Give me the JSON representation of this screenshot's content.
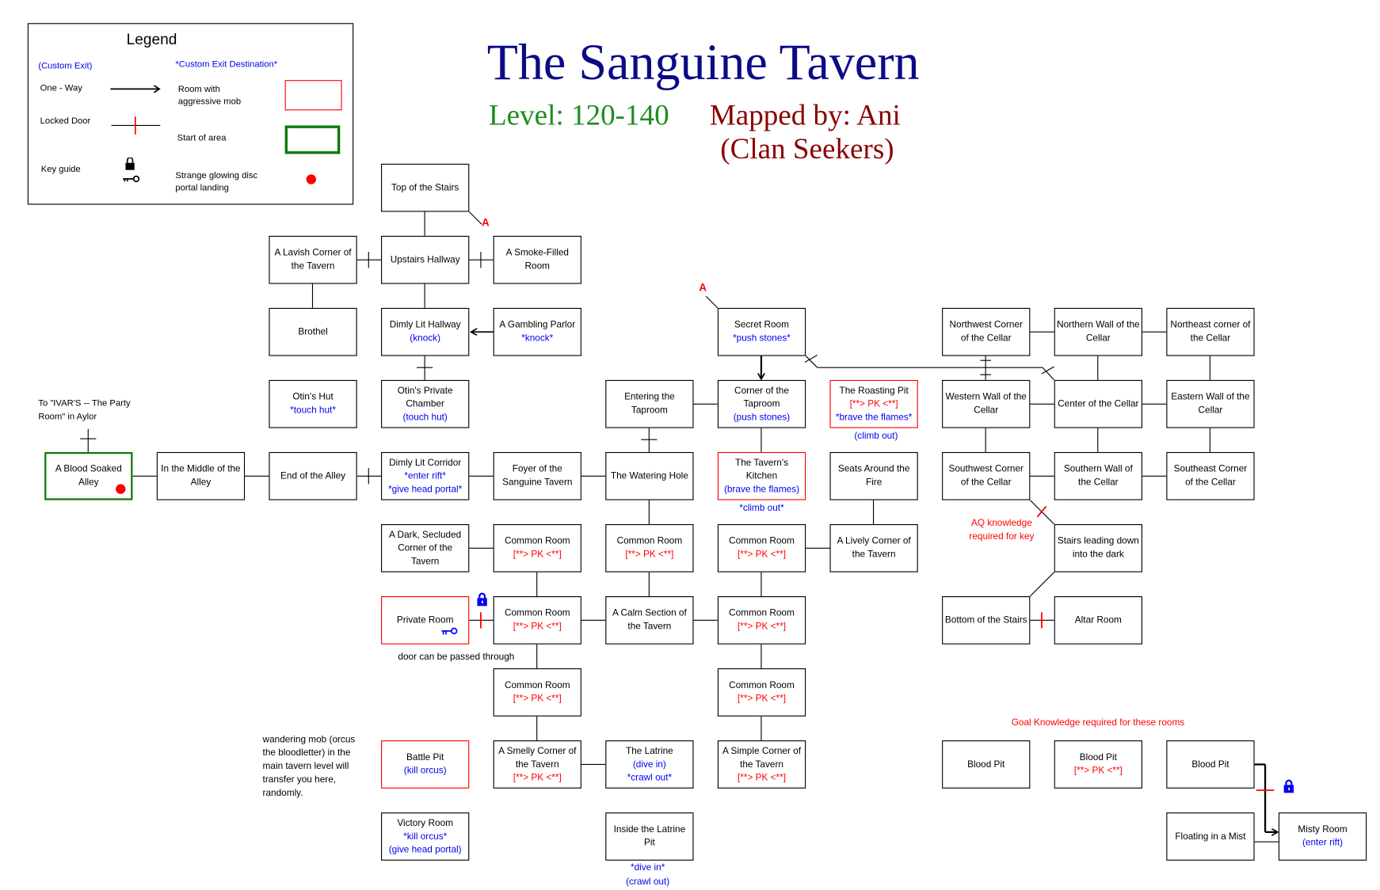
{
  "header": {
    "title": "The Sanguine Tavern",
    "level": "Level: 120-140",
    "mapped_by": "Mapped by: Ani",
    "clan": "(Clan Seekers)",
    "colors": {
      "title": "#0b0b86",
      "level": "#1e8c1e",
      "mapped": "#8b0000"
    }
  },
  "legend": {
    "title": "Legend",
    "custom_exit": "(Custom Exit)",
    "custom_exit_destination": "*Custom Exit Destination*",
    "one_way": "One - Way",
    "locked_door": "Locked Door",
    "key_guide": "Key guide",
    "aggressive": "Room with aggressive mob",
    "start": "Start of area",
    "portal": "Strange glowing disc portal landing"
  },
  "markers": {
    "a1": "A",
    "a2": "A"
  },
  "notes": {
    "ivars": "To \"IVAR'S -- The Party Room\" in Aylor",
    "roasting_exit": "(climb out)",
    "kitchen_exit": "*climb out*",
    "door_passable": "door can be passed through",
    "wandering": "wandering mob (orcus the bloodletter) in the main tavern level will transfer you here, randomly.",
    "latrine_dive": "*dive in*",
    "latrine_crawl": "(crawl out)",
    "aq": "AQ knowledge required for key",
    "goal": "Goal Knowledge required for these rooms"
  },
  "rooms": [
    {
      "lines": [
        {
          "t": "Top of the Stairs"
        }
      ]
    },
    {
      "lines": [
        {
          "t": "A Lavish Corner of the Tavern"
        }
      ]
    },
    {
      "lines": [
        {
          "t": "Upstairs Hallway"
        }
      ]
    },
    {
      "lines": [
        {
          "t": "A Smoke-Filled Room"
        }
      ]
    },
    {
      "lines": [
        {
          "t": "Brothel"
        }
      ]
    },
    {
      "lines": [
        {
          "t": "Dimly Lit Hallway"
        },
        {
          "t": "(knock)",
          "k": "cmd"
        }
      ]
    },
    {
      "lines": [
        {
          "t": "A Gambling Parlor"
        },
        {
          "t": "*knock*",
          "k": "cmd"
        }
      ]
    },
    {
      "lines": [
        {
          "t": "Secret Room"
        },
        {
          "t": "*push stones*",
          "k": "cmd"
        }
      ]
    },
    {
      "lines": [
        {
          "t": "Northwest Corner of the Cellar"
        }
      ]
    },
    {
      "lines": [
        {
          "t": "Northern Wall of the Cellar"
        }
      ]
    },
    {
      "lines": [
        {
          "t": "Northeast corner of the Cellar"
        }
      ]
    },
    {
      "lines": [
        {
          "t": "Otin's Hut"
        },
        {
          "t": "*touch hut*",
          "k": "cmd"
        }
      ]
    },
    {
      "lines": [
        {
          "t": "Otin's Private Chamber"
        },
        {
          "t": "(touch hut)",
          "k": "cmd"
        }
      ]
    },
    {
      "lines": [
        {
          "t": "Entering the Taproom"
        }
      ]
    },
    {
      "lines": [
        {
          "t": "Corner of the Taproom"
        },
        {
          "t": "(push stones)",
          "k": "cmd"
        }
      ]
    },
    {
      "type": "aggr",
      "lines": [
        {
          "t": "The Roasting Pit"
        },
        {
          "t": "[**> PK <**]",
          "k": "pk"
        },
        {
          "t": "*brave the flames*",
          "k": "cmd"
        }
      ]
    },
    {
      "lines": [
        {
          "t": "Western Wall of the Cellar"
        }
      ]
    },
    {
      "lines": [
        {
          "t": "Center of the Cellar"
        }
      ]
    },
    {
      "lines": [
        {
          "t": "Eastern Wall of the Cellar"
        }
      ]
    },
    {
      "type": "start",
      "portal": true,
      "lines": [
        {
          "t": "A Blood Soaked Alley"
        }
      ]
    },
    {
      "lines": [
        {
          "t": "In the Middle of the Alley"
        }
      ]
    },
    {
      "lines": [
        {
          "t": "End of the Alley"
        }
      ]
    },
    {
      "lines": [
        {
          "t": "Dimly Lit Corridor"
        },
        {
          "t": "*enter rift*",
          "k": "cmd"
        },
        {
          "t": "*give head portal*",
          "k": "cmd"
        }
      ]
    },
    {
      "lines": [
        {
          "t": "Foyer of the Sanguine Tavern"
        }
      ]
    },
    {
      "lines": [
        {
          "t": "The Watering Hole"
        }
      ]
    },
    {
      "type": "aggr",
      "lines": [
        {
          "t": "The Tavern's Kitchen"
        },
        {
          "t": "(brave the flames)",
          "k": "cmd"
        }
      ]
    },
    {
      "lines": [
        {
          "t": "Seats Around the Fire"
        }
      ]
    },
    {
      "lines": [
        {
          "t": "Southwest Corner of the Cellar"
        }
      ]
    },
    {
      "lines": [
        {
          "t": "Southern Wall of the Cellar"
        }
      ]
    },
    {
      "lines": [
        {
          "t": "Southeast Corner of the Cellar"
        }
      ]
    },
    {
      "lines": [
        {
          "t": "A Dark, Secluded Corner of the Tavern"
        }
      ]
    },
    {
      "lines": [
        {
          "t": "Common Room"
        },
        {
          "t": "[**> PK <**]",
          "k": "pk"
        }
      ]
    },
    {
      "lines": [
        {
          "t": "Common Room"
        },
        {
          "t": "[**> PK <**]",
          "k": "pk"
        }
      ]
    },
    {
      "lines": [
        {
          "t": "Common Room"
        },
        {
          "t": "[**> PK <**]",
          "k": "pk"
        }
      ]
    },
    {
      "lines": [
        {
          "t": "A Lively Corner of the Tavern"
        }
      ]
    },
    {
      "lines": [
        {
          "t": "Stairs leading down into the dark"
        }
      ]
    },
    {
      "type": "aggr",
      "key": true,
      "lines": [
        {
          "t": "Private Room"
        }
      ]
    },
    {
      "lines": [
        {
          "t": "Common Room"
        },
        {
          "t": "[**> PK <**]",
          "k": "pk"
        }
      ]
    },
    {
      "lines": [
        {
          "t": "A Calm Section of the Tavern"
        }
      ]
    },
    {
      "lines": [
        {
          "t": "Common Room"
        },
        {
          "t": "[**> PK <**]",
          "k": "pk"
        }
      ]
    },
    {
      "lines": [
        {
          "t": "Bottom of the Stairs"
        }
      ]
    },
    {
      "lines": [
        {
          "t": "Altar Room"
        }
      ]
    },
    {
      "lines": [
        {
          "t": "Common Room"
        },
        {
          "t": "[**> PK <**]",
          "k": "pk"
        }
      ]
    },
    {
      "lines": [
        {
          "t": "Common Room"
        },
        {
          "t": "[**> PK <**]",
          "k": "pk"
        }
      ]
    },
    {
      "type": "aggr",
      "lines": [
        {
          "t": "Battle Pit"
        },
        {
          "t": "(kill orcus)",
          "k": "cmd"
        }
      ]
    },
    {
      "lines": [
        {
          "t": "A Smelly Corner of the Tavern"
        },
        {
          "t": "[**> PK <**]",
          "k": "pk"
        }
      ]
    },
    {
      "lines": [
        {
          "t": "The Latrine"
        },
        {
          "t": "(dive in)",
          "k": "cmd"
        },
        {
          "t": "*crawl out*",
          "k": "cmd"
        }
      ]
    },
    {
      "lines": [
        {
          "t": "A Simple Corner of the Tavern"
        },
        {
          "t": "[**> PK <**]",
          "k": "pk"
        }
      ]
    },
    {
      "lines": [
        {
          "t": "Blood Pit"
        }
      ]
    },
    {
      "lines": [
        {
          "t": "Blood Pit"
        },
        {
          "t": "[**> PK <**]",
          "k": "pk"
        }
      ]
    },
    {
      "lines": [
        {
          "t": "Blood Pit"
        }
      ]
    },
    {
      "lines": [
        {
          "t": "Victory Room"
        },
        {
          "t": "*kill orcus*",
          "k": "cmd"
        },
        {
          "t": "(give head portal)",
          "k": "cmd"
        }
      ]
    },
    {
      "lines": [
        {
          "t": "Inside the Latrine Pit"
        }
      ]
    },
    {
      "lines": [
        {
          "t": "Floating in a Mist"
        }
      ]
    },
    {
      "lines": [
        {
          "t": "Misty Room"
        },
        {
          "t": "(enter rift)",
          "k": "cmd"
        }
      ]
    }
  ]
}
